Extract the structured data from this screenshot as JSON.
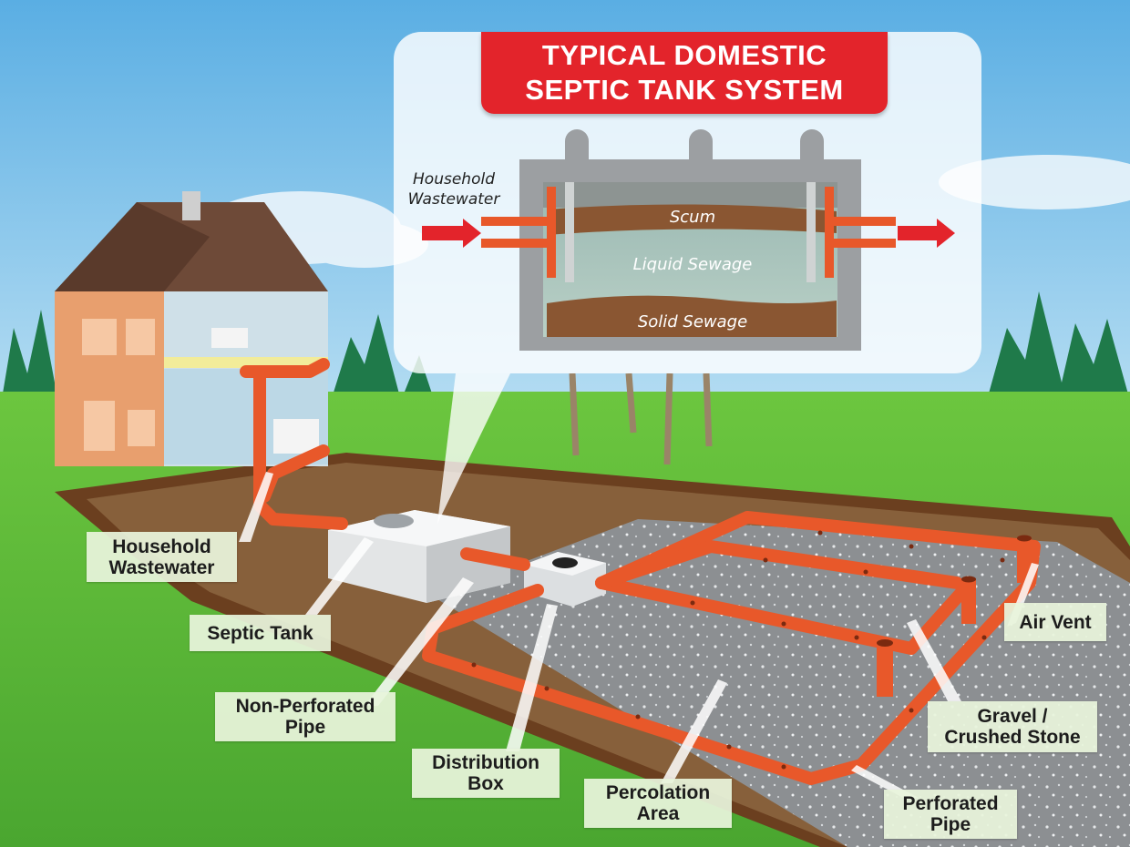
{
  "title": {
    "line1": "TYPICAL DOMESTIC",
    "line2": "SEPTIC TANK SYSTEM"
  },
  "inset": {
    "input_line1": "Household",
    "input_line2": "Wastewater",
    "layer_scum": "Scum",
    "layer_liquid": "Liquid Sewage",
    "layer_solid": "Solid Sewage"
  },
  "labels": {
    "household_line1": "Household",
    "household_line2": "Wastewater",
    "septic_tank": "Septic Tank",
    "non_perf_line1": "Non-Perforated",
    "non_perf_line2": "Pipe",
    "dist_line1": "Distribution",
    "dist_line2": "Box",
    "perc_line1": "Percolation",
    "perc_line2": "Area",
    "perf_line1": "Perforated",
    "perf_line2": "Pipe",
    "gravel_line1": "Gravel /",
    "gravel_line2": "Crushed Stone",
    "air_vent": "Air Vent"
  },
  "colors": {
    "pipe": "#e8582a",
    "banner": "#e3242b",
    "grass": "#5cb83c",
    "sky": "#7fc0e8"
  }
}
